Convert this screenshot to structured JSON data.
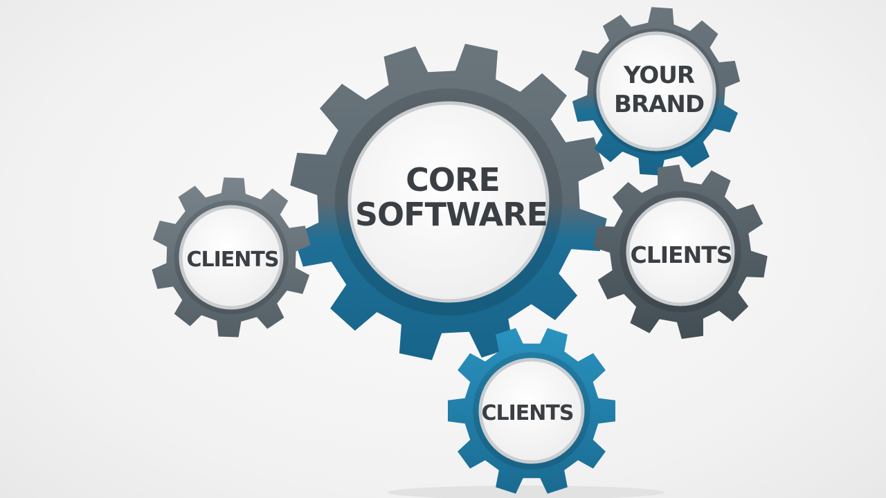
{
  "colors": {
    "gray": "#67727a",
    "dark_gray": "#4f5a62",
    "blue": "#1f7fa8",
    "disc": "#f7f7f7",
    "text": "#3a3f44"
  },
  "gears": [
    {
      "id": "core",
      "lines": [
        "CORE",
        "SOFTWARE"
      ],
      "style": "gray-blue"
    },
    {
      "id": "brand",
      "lines": [
        "YOUR",
        "BRAND"
      ],
      "style": "gray-blue"
    },
    {
      "id": "left",
      "lines": [
        "CLIENTS"
      ],
      "style": "gray"
    },
    {
      "id": "right",
      "lines": [
        "CLIENTS"
      ],
      "style": "dark"
    },
    {
      "id": "bottom",
      "lines": [
        "CLIENTS"
      ],
      "style": "blue"
    }
  ]
}
